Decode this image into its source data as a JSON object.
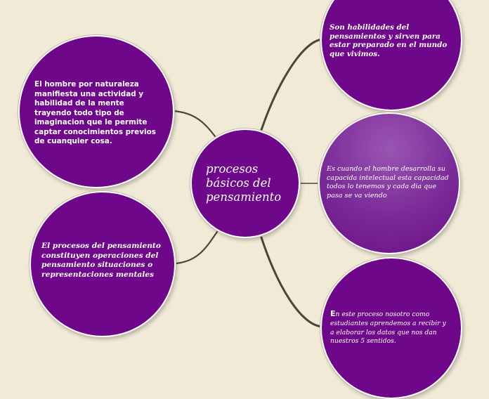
{
  "diagram": {
    "central_topic": "procesos básicos del pensamiento",
    "branches": {
      "left_top": "El hombre por naturaleza manifiesta una actividad y habilidad de la mente trayendo todo tipo de imaginacion que le permite captar conocimientos previos de cuanquier cosa.",
      "left_bottom": "El procesos del pensamiento constituyen operaciones del pensamiento situaciones o representaciones mentales",
      "right_top": "Son habilidades del pensamientos  y sirven para estar preparado en el mundo que vivimos.",
      "right_middle": "Es cuando el hombre desarrolla su capacida intelectual esta capacidad todos lo tenemos y cada dia que pasa se va viendo",
      "right_bottom_initial": "E",
      "right_bottom_rest": "n este proceso nosotro como estudiantes aprendemos a recibir y a elaborar los datos que nos dan nuestros 5 sentidos."
    }
  },
  "colors": {
    "background": "#f1ead6",
    "node_fill": "#6f078b",
    "node_fill_highlight": "#9a55b2",
    "connector": "#4a4638"
  }
}
